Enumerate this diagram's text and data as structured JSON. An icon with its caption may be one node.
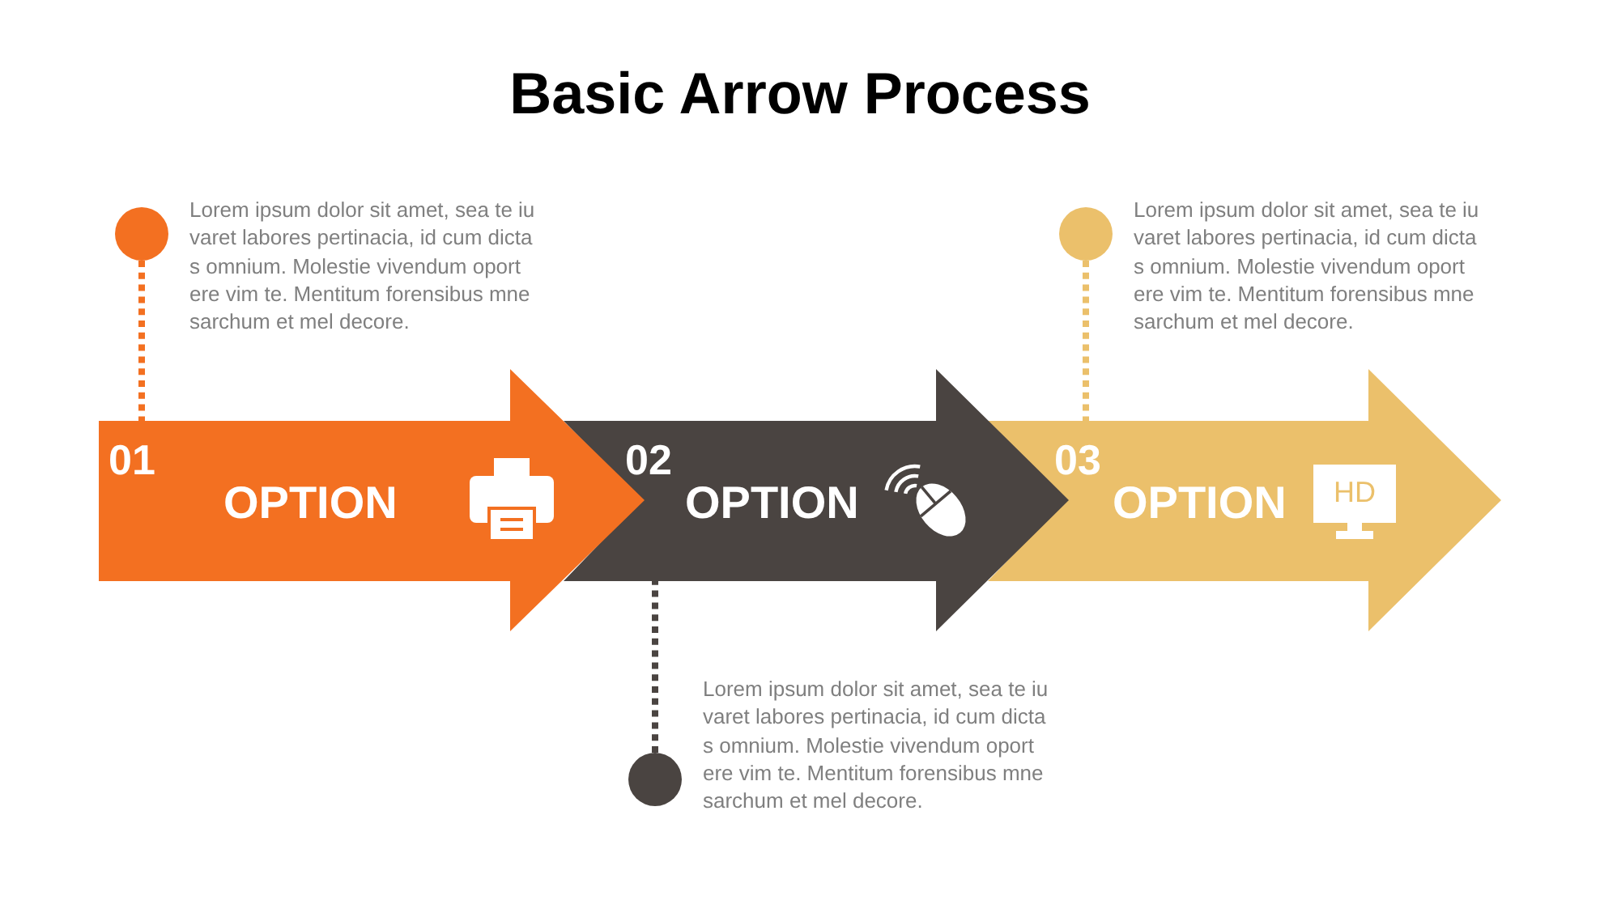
{
  "diagram": {
    "title": "Basic Arrow Process",
    "nodes": [
      {
        "text": [
          "01",
          "OPTION"
        ]
      },
      {
        "text": [
          "02",
          "OPTION"
        ]
      },
      {
        "text": [
          "03",
          "OPTION",
          "HD"
        ]
      },
      {
        "text": [],
        "shape": "circle",
        "beside": [
          "Lorem ipsum dolor sit amet, sea te iu varet labores pertinacia, id cum dicta s omnium. Molestie vivendum oport ere vim te. Mentitum forensibus mne sarchum et mel decore."
        ]
      },
      {
        "text": [],
        "shape": "circle",
        "beside": [
          "Lorem ipsum dolor sit amet, sea te iu varet labores pertinacia, id cum dicta s omnium. Molestie vivendum oport ere vim te. Mentitum forensibus mne sarchum et mel decore."
        ]
      },
      {
        "text": [],
        "shape": "circle",
        "beside": [
          "Lorem ipsum dolor sit amet, sea te iu varet labores pertinacia, id cum dicta s omnium. Molestie vivendum oport ere vim te. Mentitum forensibus mne sarchum et mel decore."
        ]
      }
    ],
    "edges": [
      {
        "from": 3,
        "to": 0,
        "arrow": "none",
        "style": "dashed",
        "color": "#f37021"
      },
      {
        "from": 4,
        "to": 1,
        "arrow": "none",
        "style": "dashed",
        "color": "#4a4441"
      },
      {
        "from": 5,
        "to": 2,
        "arrow": "none",
        "style": "dashed",
        "color": "#ebc06b"
      }
    ]
  }
}
